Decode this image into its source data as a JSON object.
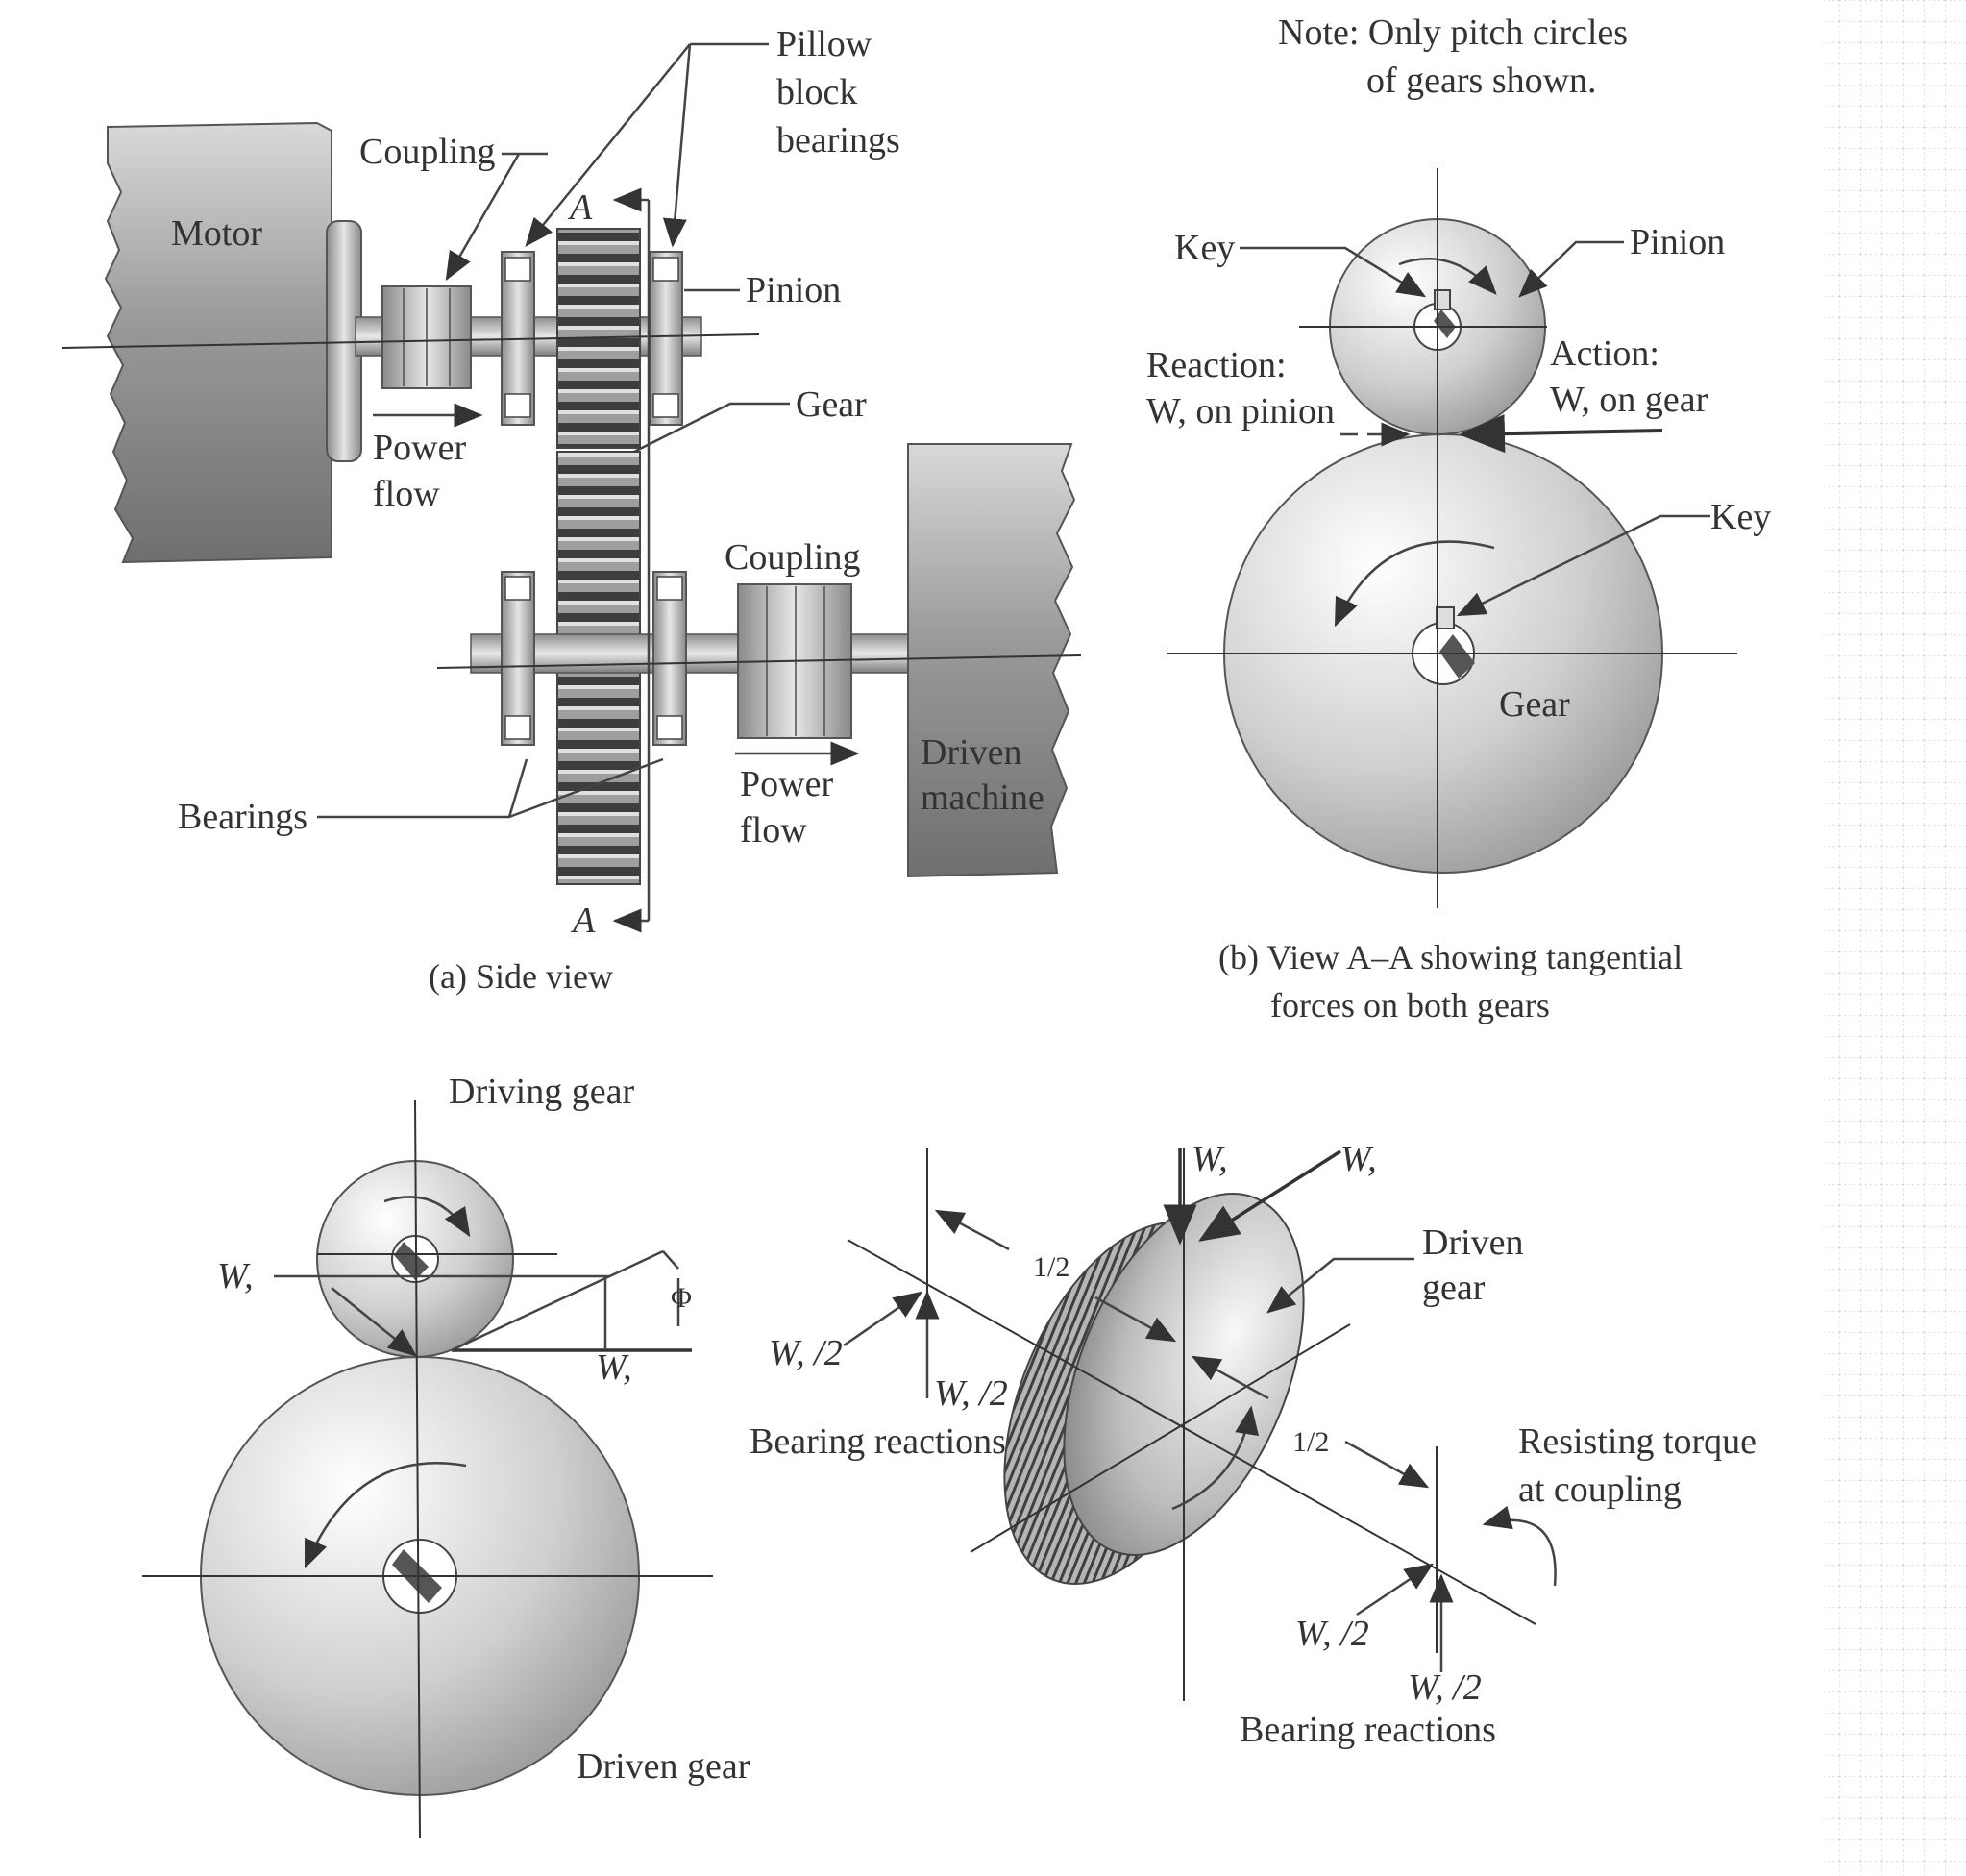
{
  "panel_a": {
    "pillow_label": [
      "Pillow",
      "block",
      "bearings"
    ],
    "coupling_top": "Coupling",
    "motor": "Motor",
    "section_a_top": "A",
    "section_a_bottom": "A",
    "pinion": "Pinion",
    "gear": "Gear",
    "power_flow_left": [
      "Power",
      "flow"
    ],
    "coupling_bottom": "Coupling",
    "bearings": "Bearings",
    "power_flow_right": [
      "Power",
      "flow"
    ],
    "driven_machine": [
      "Driven",
      "machine"
    ],
    "caption": "(a) Side view"
  },
  "panel_b": {
    "note": [
      "Note: Only pitch circles",
      "of gears shown."
    ],
    "key_top": "Key",
    "pinion": "Pinion",
    "reaction": [
      "Reaction:",
      "W, on pinion"
    ],
    "action": [
      "Action:",
      "W, on gear"
    ],
    "key_bottom": "Key",
    "gear": "Gear",
    "caption": [
      "(b) View A–A showing tangential",
      "forces on both gears"
    ]
  },
  "panel_c": {
    "driving_gear": "Driving gear",
    "wr": "W,",
    "phi": "Φ",
    "wt": "W,",
    "driven_gear": "Driven gear"
  },
  "panel_d": {
    "wr": "W,",
    "wt": "W,",
    "driven_gear": [
      "Driven",
      "gear"
    ],
    "half_l_top": "1/2",
    "half_l_bottom": "1/2",
    "wt_half_left": "W, /2",
    "wr_half_left": "W, /2",
    "bearing_reactions_left": "Bearing reactions",
    "resisting_torque": [
      "Resisting torque",
      "at coupling"
    ],
    "wr_half_right": "W, /2",
    "wt_half_right": "W, /2",
    "bearing_reactions_right": "Bearing reactions"
  }
}
